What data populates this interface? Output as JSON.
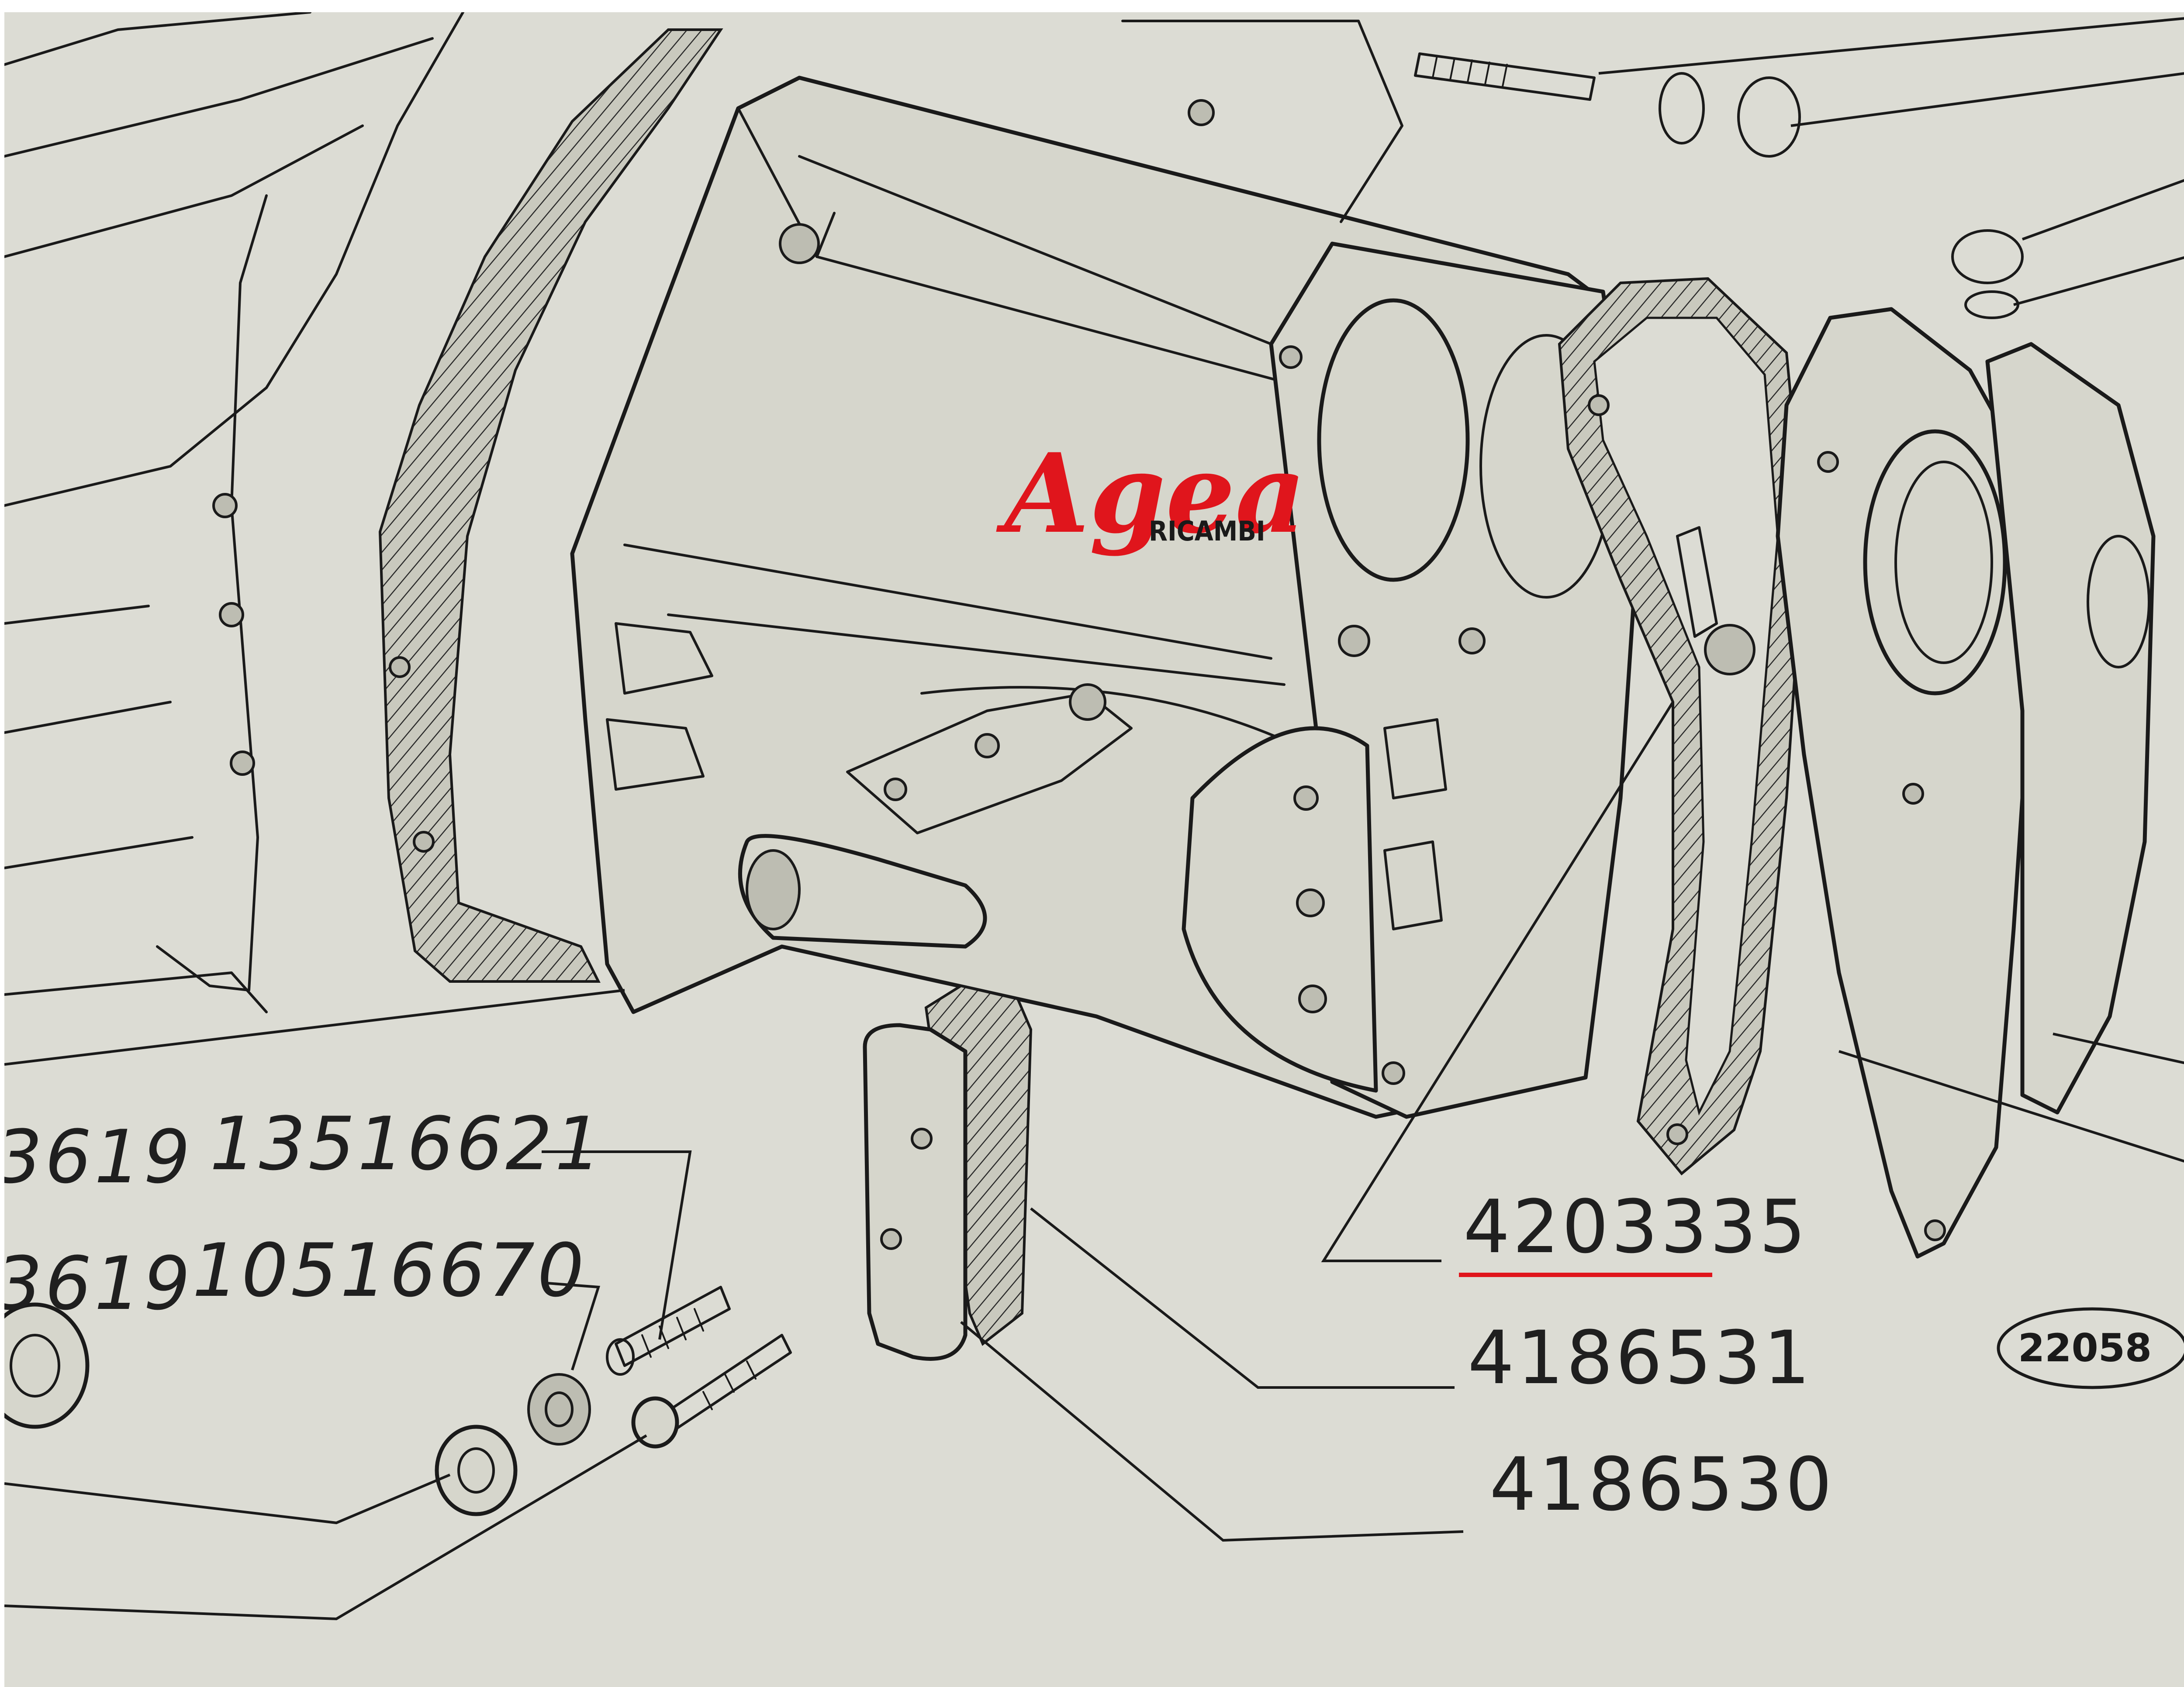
{
  "watermark": {
    "brand": "Agea",
    "sub": "RICAMBI",
    "brand_color": "#e0151c"
  },
  "part_numbers": {
    "left_upper_prefix": "3619",
    "left_upper": "13516621",
    "left_lower_prefix": "3619",
    "left_lower": "10516670",
    "right_1": "4203335",
    "right_2": "4186531",
    "right_3": "4186530"
  },
  "highlight": {
    "underlined_part": "4203335",
    "underline_color": "#e0151c"
  },
  "reference_code": "22058"
}
